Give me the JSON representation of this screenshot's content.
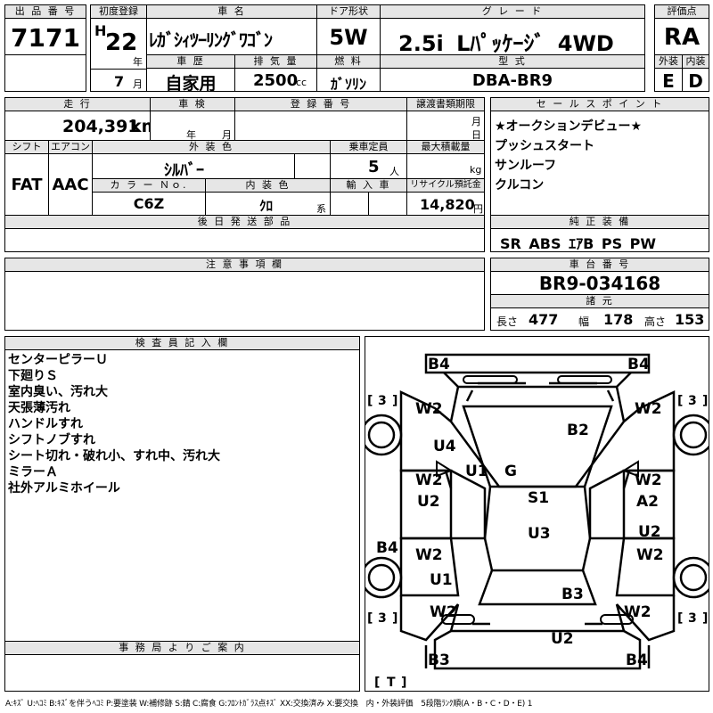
{
  "header": {
    "lot_label": "出 品 番 号",
    "lot_no": "7171",
    "first_reg_label": "初度登録",
    "era": "H",
    "year": "22",
    "year_unit": "年",
    "month": "7",
    "month_unit": "月",
    "car_name_label": "車 名",
    "car_name": "ﾚｶﾞｼｨﾂｰﾘﾝｸﾞﾜｺﾞﾝ",
    "door_label": "ドア形状",
    "door": "5W",
    "grade_label": "グ レ ー ド",
    "grade": "2.5i Lﾊﾟｯｹｰｼﾞ 4WD",
    "score_label": "評価点",
    "score": "RA",
    "history_label": "車 歴",
    "history": "自家用",
    "displacement_label": "排 気 量",
    "displacement": "2500",
    "displacement_unit": "cc",
    "fuel_label": "燃 料",
    "fuel": "ｶﾞｿﾘﾝ",
    "model_label": "型 式",
    "model": "DBA-BR9",
    "exterior_label": "外装",
    "exterior_score": "E",
    "interior_label": "内装",
    "interior_score": "D"
  },
  "row2": {
    "mileage_label": "走 行",
    "mileage": "204,391",
    "mileage_unit": "km",
    "inspection_label": "車 検",
    "inspection_year_unit": "年",
    "inspection_month_unit": "月",
    "reg_no_label": "登 録 番 号",
    "transfer_label": "譲渡書類期限",
    "transfer_month_unit": "月",
    "transfer_day_unit": "日",
    "shift_label": "シフト",
    "shift": "FAT",
    "ac_label": "エアコン",
    "ac": "AAC",
    "color_label": "外 装 色",
    "color": "ｼﾙﾊﾞｰ",
    "capacity_label": "乗車定員",
    "capacity": "5",
    "capacity_unit": "人",
    "load_label": "最大積載量",
    "load_unit": "kg",
    "color_no_label": "カ ラ ー Ｎｏ.",
    "color_no": "C6Z",
    "interior_color_label": "内 装 色",
    "interior_color": "ｸﾛ",
    "interior_color_unit": "系",
    "import_label": "輸 入 車",
    "recycle_label": "リサイクル預託金",
    "recycle": "14,820",
    "recycle_unit": "円",
    "later_label": "後 日 発 送 部 品"
  },
  "sales": {
    "label": "セ ー ル ス ポ イ ン ト",
    "points": [
      "★オークションデビュー★",
      "プッシュスタート",
      "サンルーフ",
      "クルコン"
    ]
  },
  "equipment": {
    "label": "純 正 装 備",
    "value": "SR ABS ｴｱB PS PW"
  },
  "notes": {
    "label": "注 意 事 項 欄"
  },
  "chassis": {
    "label": "車 台 番 号",
    "value": "BR9-034168",
    "dims_label": "諸 元",
    "length_label": "長さ",
    "length": "477",
    "width_label": "幅",
    "width": "178",
    "height_label": "高さ",
    "height": "153"
  },
  "inspector": {
    "label": "検 査 員 記 入 欄",
    "lines": [
      "センターピラーＵ",
      "下廻りＳ",
      "室内臭い、汚れ大",
      "天張薄汚れ",
      "ハンドルすれ",
      "シフトノブすれ",
      "シート切れ・破れ小、すれ中、汚れ大",
      "ミラーＡ",
      "社外アルミホイール"
    ]
  },
  "office": {
    "label": "事 務 局 よ り ご 案 内"
  },
  "diagram": {
    "marks": {
      "b4_tl": "B4",
      "b4_tr": "B4",
      "w2_fl": "W2",
      "w2_fr": "W2",
      "b2": "B2",
      "u4": "U4",
      "u1_a": "U1",
      "g": "G",
      "w2_l2": "W2",
      "w2_r2": "W2",
      "u2_l": "U2",
      "a2_r": "A2",
      "s1": "S1",
      "b4_ml": "B4",
      "u3": "U3",
      "u2_r": "U2",
      "w2_l3": "W2",
      "w2_r3": "W2",
      "u1_b": "U1",
      "b3_mid": "B3",
      "w2_bl": "W2",
      "w2_br": "W2",
      "u2_b": "U2",
      "b3_bl": "B3",
      "b4_br": "B4",
      "tire_fl": "3",
      "tire_fr": "3",
      "tire_rl": "3",
      "tire_rr": "3",
      "trunk": "T"
    }
  },
  "legend": "A:ｷｽﾞ U:ﾍｺﾐ B:ｷｽﾞを伴うﾍｺﾐ P:要塗装 W:補修跡 S:錆 C:腐食 G:ﾌﾛﾝﾄｶﾞﾗｽ点ｷｽﾞ XX:交換済み X:要交換　内・外装評価　5段階ﾗﾝｸ順(A・B・C・D・E) 1"
}
